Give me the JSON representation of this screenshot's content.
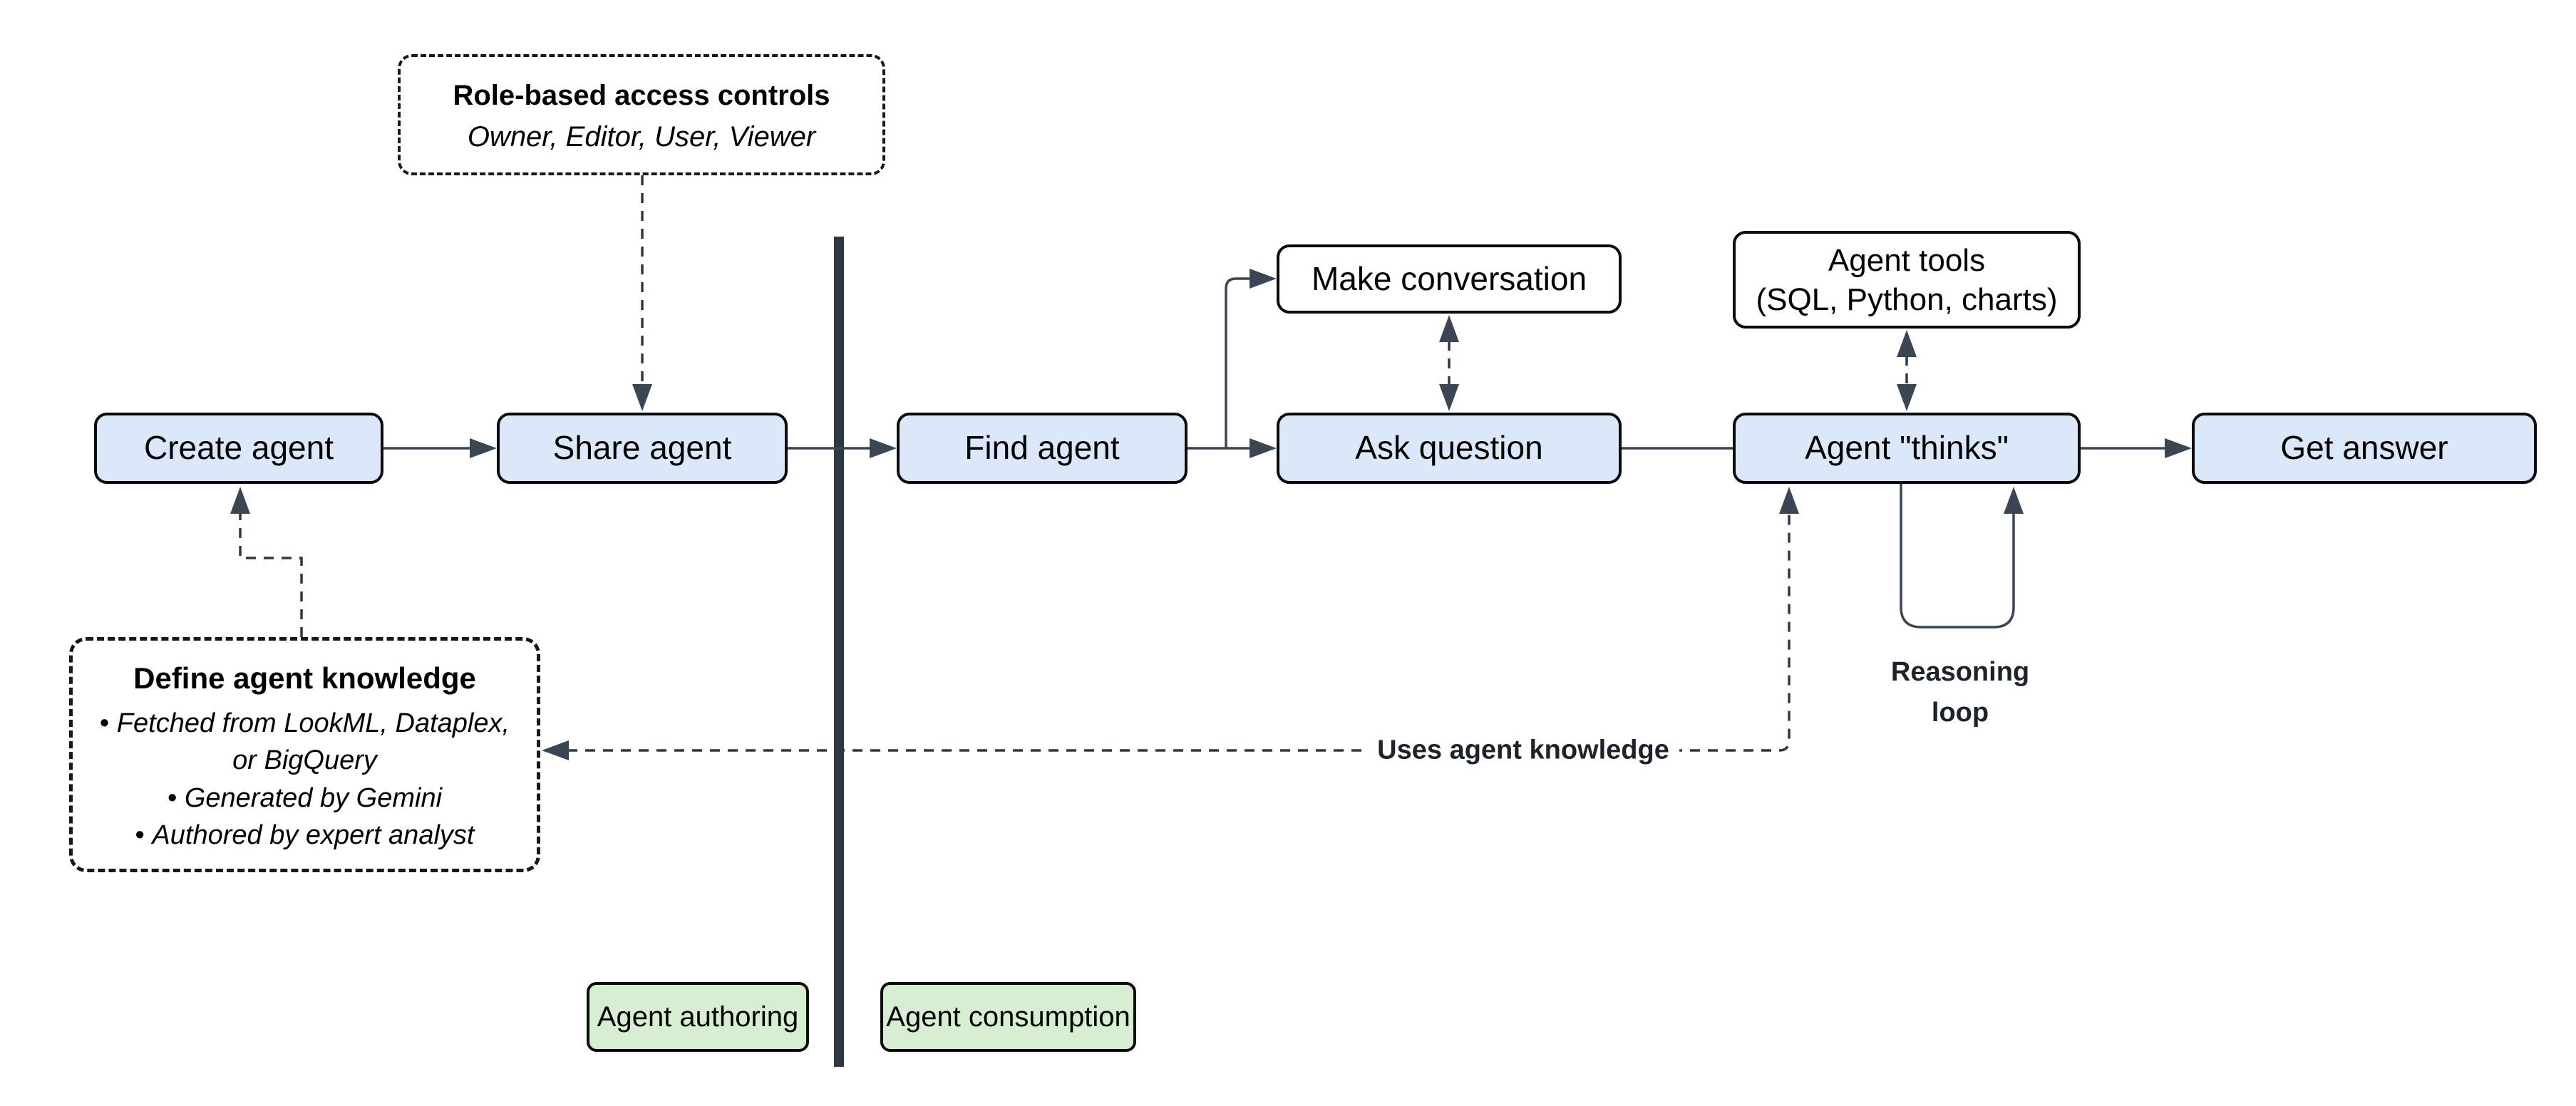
{
  "notes": {
    "role_access": {
      "title": "Role-based access controls",
      "subtitle": "Owner, Editor, User, Viewer"
    },
    "define_knowledge": {
      "title": "Define agent knowledge",
      "bullets": [
        "Fetched from LookML, Dataplex, or BigQuery",
        "Generated by Gemini",
        "Authored by expert analyst"
      ]
    }
  },
  "nodes": {
    "create_agent": {
      "label": "Create agent"
    },
    "share_agent": {
      "label": "Share agent"
    },
    "find_agent": {
      "label": "Find agent"
    },
    "make_conversation": {
      "label": "Make conversation"
    },
    "ask_question": {
      "label": "Ask question"
    },
    "agent_tools": {
      "line1": "Agent tools",
      "line2": "(SQL, Python, charts)"
    },
    "agent_thinks": {
      "label": "Agent \"thinks\""
    },
    "get_answer": {
      "label": "Get answer"
    }
  },
  "zones": {
    "authoring": {
      "label": "Agent authoring"
    },
    "consumption": {
      "label": "Agent consumption"
    }
  },
  "edge_labels": {
    "uses_knowledge": "Uses agent knowledge",
    "reasoning_line1": "Reasoning",
    "reasoning_line2": "loop"
  },
  "colors": {
    "node_fill_blue": "#dbe8fa",
    "node_fill_green": "#d8eed2",
    "node_fill_white": "#ffffff",
    "node_border": "#0b0b0b",
    "connector": "#3a4653",
    "dashed_connector": "#2f3944",
    "divider": "#2d3842"
  }
}
